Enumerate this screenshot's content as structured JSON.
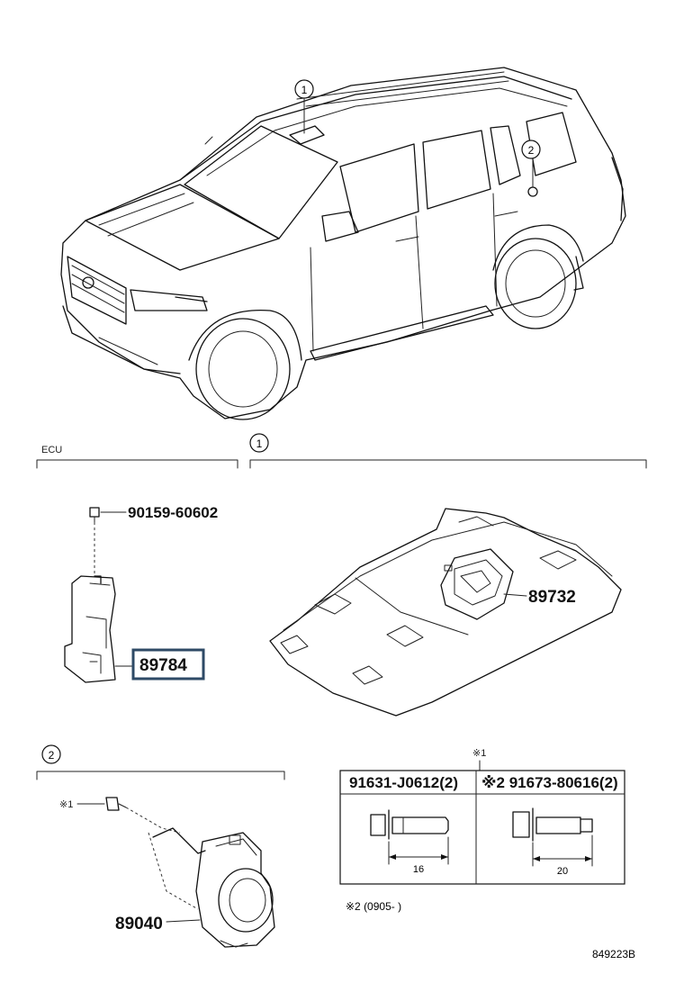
{
  "callouts": {
    "c1": "1",
    "c2": "2"
  },
  "sections": {
    "ecu": {
      "label": "ECU"
    },
    "one": {
      "label": "1"
    },
    "two": {
      "label": "2"
    }
  },
  "parts": {
    "screw": "90159-60602",
    "ecu": "89784",
    "sensor_roof": "89732",
    "horn": "89040",
    "mark_x1": "※1"
  },
  "bolt_table": {
    "header_mark": "※1",
    "col1": {
      "header": "91631-J0612(2)",
      "dimension": "16"
    },
    "col2": {
      "header": "※2 91673-80616(2)",
      "dimension": "20"
    }
  },
  "note": "※2 (0905-      )",
  "diagram_code": "849223B"
}
